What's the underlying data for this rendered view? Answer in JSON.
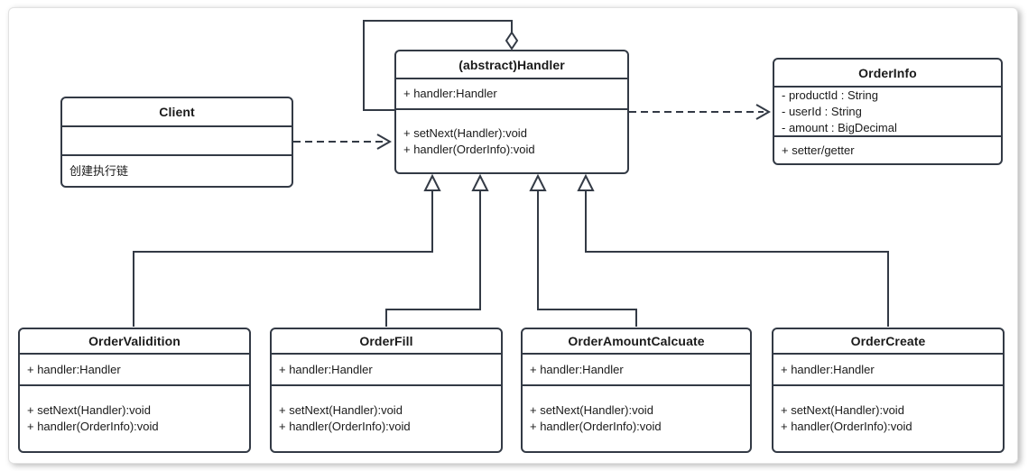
{
  "diagram": {
    "kind": "uml-class-diagram",
    "colors": {
      "stroke": "#333a45",
      "text": "#1a1a1a",
      "background": "#ffffff"
    },
    "classes": [
      {
        "id": "client",
        "title": "Client",
        "attributes": [],
        "methods": [
          "创建执行链"
        ]
      },
      {
        "id": "handler",
        "title": "(abstract)Handler",
        "attributes": [
          "+ handler:Handler"
        ],
        "methods": [
          "+ setNext(Handler):void",
          "+ handler(OrderInfo):void"
        ]
      },
      {
        "id": "orderinfo",
        "title": "OrderInfo",
        "attributes": [
          "- productId : String",
          "- userId : String",
          "- amount : BigDecimal"
        ],
        "methods": [
          "+ setter/getter"
        ]
      },
      {
        "id": "ordervalidition",
        "title": "OrderValidition",
        "attributes": [
          "+ handler:Handler"
        ],
        "methods": [
          "+ setNext(Handler):void",
          "+ handler(OrderInfo):void"
        ]
      },
      {
        "id": "orderfill",
        "title": "OrderFill",
        "attributes": [
          "+ handler:Handler"
        ],
        "methods": [
          "+ setNext(Handler):void",
          "+ handler(OrderInfo):void"
        ]
      },
      {
        "id": "orderamountcalcuate",
        "title": "OrderAmountCalcuate",
        "attributes": [
          "+ handler:Handler"
        ],
        "methods": [
          "+ setNext(Handler):void",
          "+ handler(OrderInfo):void"
        ]
      },
      {
        "id": "ordercreate",
        "title": "OrderCreate",
        "attributes": [
          "+ handler:Handler"
        ],
        "methods": [
          "+ setNext(Handler):void",
          "+ handler(OrderInfo):void"
        ]
      }
    ],
    "relationships": [
      {
        "type": "aggregation",
        "from": "handler",
        "to": "handler",
        "note": "self-loop with hollow diamond at top of Handler"
      },
      {
        "type": "dependency",
        "from": "client",
        "to": "handler",
        "style": "dashed, open arrowhead"
      },
      {
        "type": "dependency",
        "from": "handler",
        "to": "orderinfo",
        "style": "dashed, open arrowhead"
      },
      {
        "type": "inheritance",
        "from": "ordervalidition",
        "to": "handler",
        "style": "solid, hollow triangle"
      },
      {
        "type": "inheritance",
        "from": "orderfill",
        "to": "handler",
        "style": "solid, hollow triangle"
      },
      {
        "type": "inheritance",
        "from": "orderamountcalcuate",
        "to": "handler",
        "style": "solid, hollow triangle"
      },
      {
        "type": "inheritance",
        "from": "ordercreate",
        "to": "handler",
        "style": "solid, hollow triangle"
      }
    ]
  }
}
